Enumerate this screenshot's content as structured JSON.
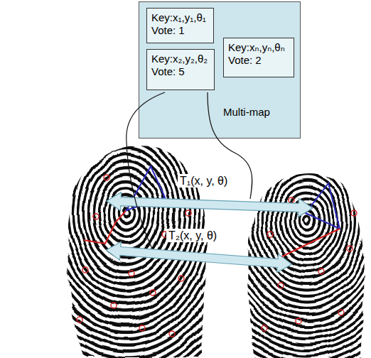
{
  "diagram": {
    "nodes": [
      {
        "text": [
          "Multi-map"
        ]
      },
      {
        "text": [
          "Key:x₁,y₁,θ₁",
          "Vote: 1"
        ],
        "in": 0
      },
      {
        "text": [
          "Key:x₂,y₂,θ₂",
          "Vote: 5"
        ],
        "in": 0
      },
      {
        "text": [
          "Key:xₙ,yₙ,θₙ",
          "Vote: 2"
        ],
        "in": 0
      }
    ],
    "labels": [
      "T₁(x, y, θ)",
      "T₂(x, y, θ)"
    ]
  }
}
